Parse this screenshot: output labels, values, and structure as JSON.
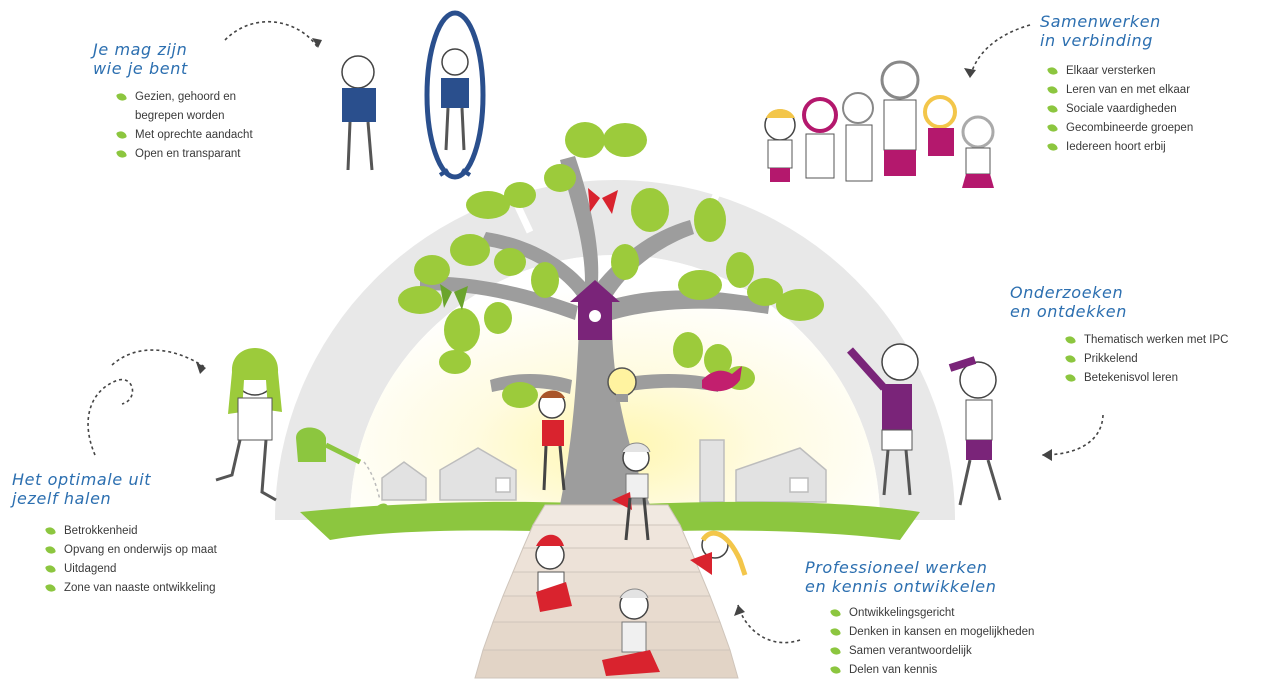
{
  "colors": {
    "heading": "#2c6fb0",
    "bullet": "#8cc63f",
    "leaf": "#9ccb3b",
    "trunk": "#9d9d9d",
    "arc": "#e6e6e6",
    "grass": "#8cc63f",
    "glow": "#fff3a8",
    "magenta": "#b4186d",
    "purple": "#7a2479",
    "red": "#d9232e",
    "navy": "#2a4f8d"
  },
  "sections": {
    "wees_jezelf": {
      "title_lines": [
        "Je mag zijn",
        "wie je bent"
      ],
      "items": [
        "Gezien, gehoord en begrepen worden",
        "Met oprechte aandacht",
        "Open en transparant"
      ]
    },
    "samenwerken": {
      "title_lines": [
        "Samenwerken",
        "in verbinding"
      ],
      "items": [
        "Elkaar versterken",
        "Leren van en met elkaar",
        "Sociale vaardigheden",
        "Gecombineerde groepen",
        "Iedereen hoort erbij"
      ]
    },
    "onderzoeken": {
      "title_lines": [
        "Onderzoeken",
        "en ontdekken"
      ],
      "items": [
        "Thematisch werken met IPC",
        "Prikkelend",
        "Betekenisvol leren"
      ]
    },
    "optimale": {
      "title_lines": [
        "Het optimale uit",
        "jezelf halen"
      ],
      "items": [
        "Betrokkenheid",
        "Opvang en onderwijs op maat",
        "Uitdagend",
        "Zone van naaste ontwikkeling"
      ]
    },
    "professioneel": {
      "title_lines": [
        "Professioneel werken",
        "en kennis ontwikkelen"
      ],
      "items": [
        "Ontwikkelingsgericht",
        "Denken in kansen en mogelijkheden",
        "Samen verantwoordelijk",
        "Delen van kennis"
      ]
    }
  },
  "icons": [
    "tree-icon",
    "birdhouse-icon",
    "lightbulb-icon",
    "butterfly-icon",
    "bird-icon",
    "watering-can-icon",
    "mirror-icon",
    "stairs-icon",
    "child-figure-icon",
    "house-icon"
  ]
}
